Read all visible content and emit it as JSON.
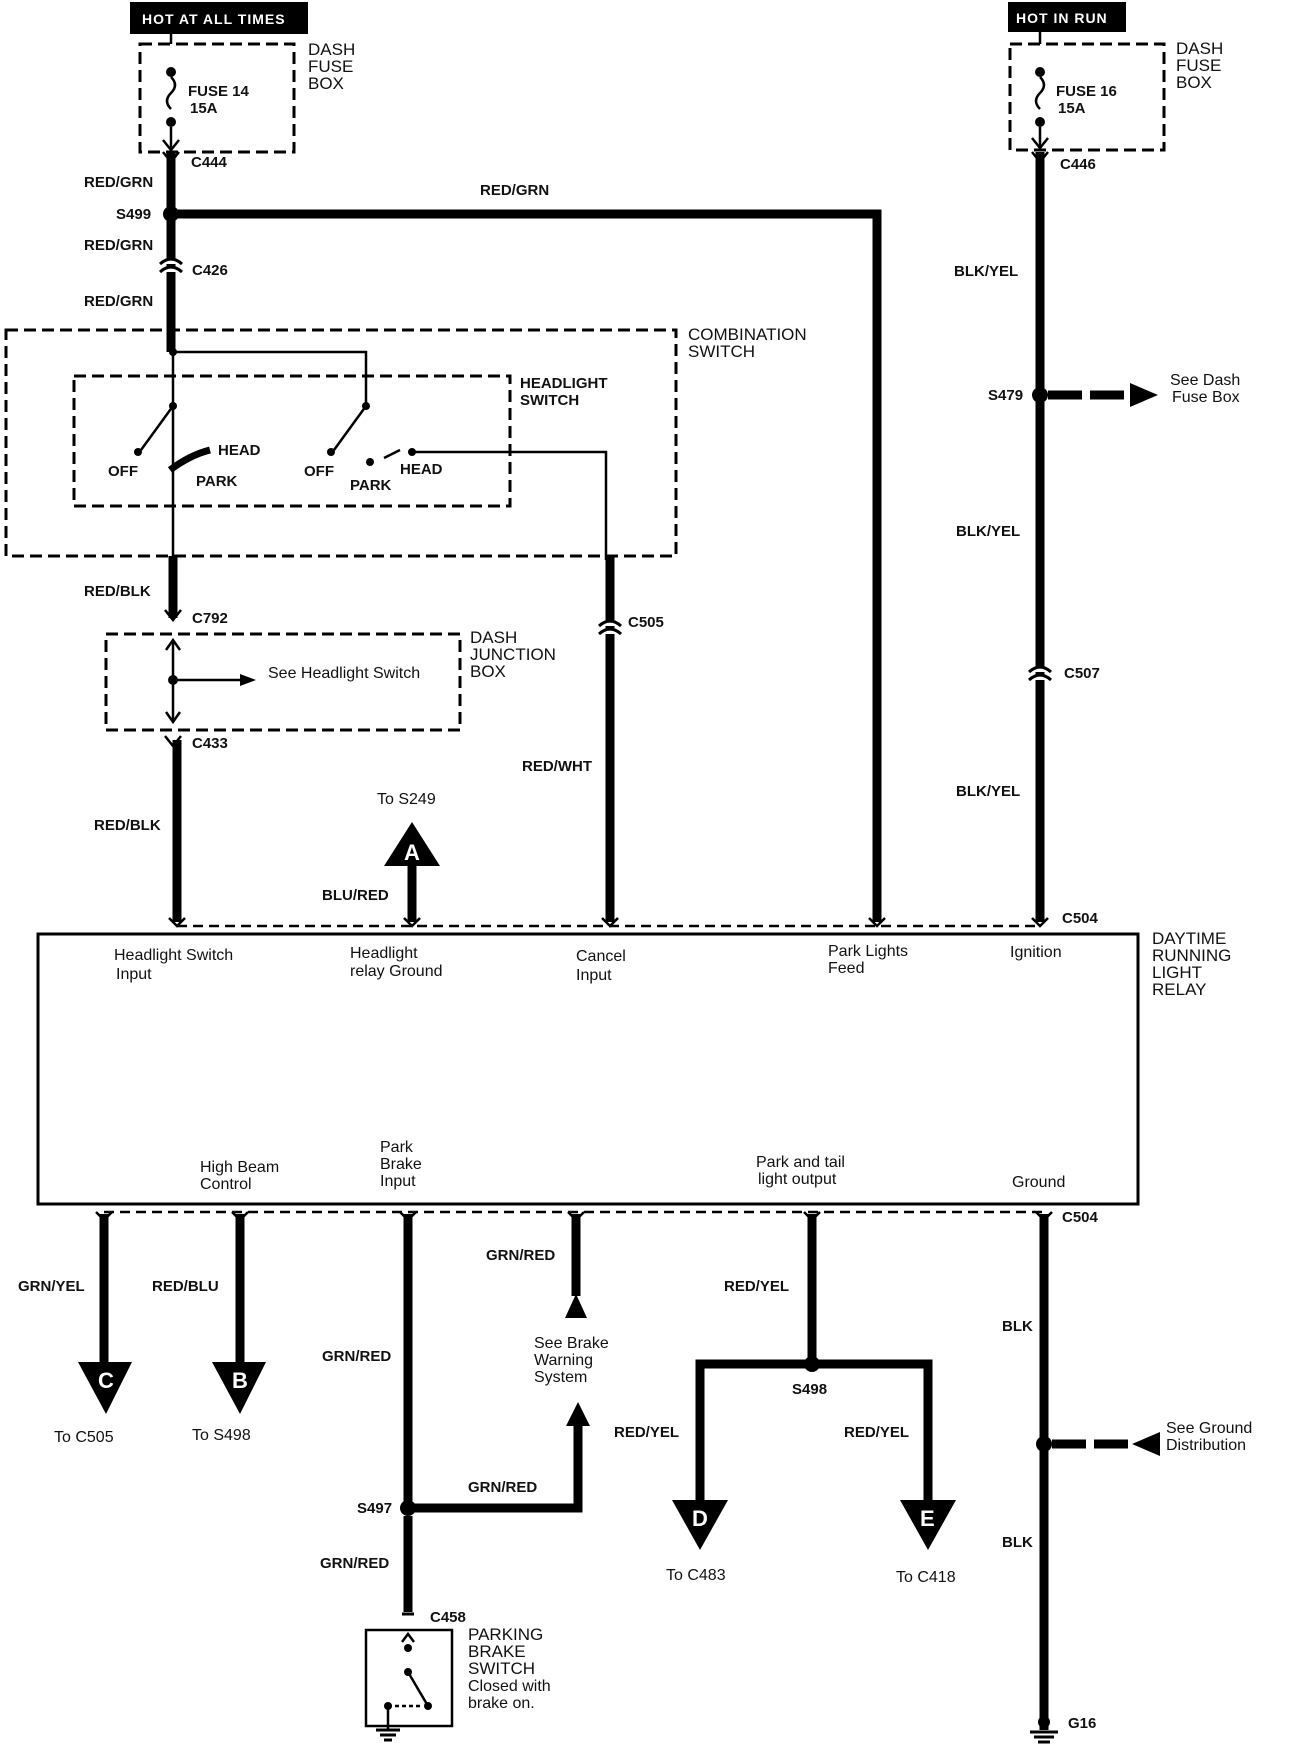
{
  "power": {
    "left_badge": "HOT AT ALL TIMES",
    "right_badge": "HOT IN RUN",
    "left_fuse": "FUSE 14",
    "left_fuse_rating": "15A",
    "right_fuse": "FUSE 16",
    "right_fuse_rating": "15A",
    "dash_fuse_box": [
      "DASH",
      "FUSE",
      "BOX"
    ]
  },
  "connectors": {
    "c444": "C444",
    "s499": "S499",
    "c426": "C426",
    "c792": "C792",
    "c433": "C433",
    "c505": "C505",
    "c446": "C446",
    "s479": "S479",
    "c507": "C507",
    "c504_top": "C504",
    "c504_bottom": "C504",
    "s497": "S497",
    "c458": "C458",
    "s498": "S498",
    "g16": "G16"
  },
  "wires": {
    "red_grn_1": "RED/GRN",
    "red_grn_top": "RED/GRN",
    "red_grn_2": "RED/GRN",
    "red_grn_3": "RED/GRN",
    "red_blk_1": "RED/BLK",
    "red_blk_2": "RED/BLK",
    "red_wht": "RED/WHT",
    "blu_red": "BLU/RED",
    "blk_yel_1": "BLK/YEL",
    "blk_yel_2": "BLK/YEL",
    "blk_yel_3": "BLK/YEL",
    "grn_yel": "GRN/YEL",
    "red_blu": "RED/BLU",
    "grn_red_1": "GRN/RED",
    "grn_red_2": "GRN/RED",
    "grn_red_3": "GRN/RED",
    "grn_red_4": "GRN/RED",
    "red_yel_1": "RED/YEL",
    "red_yel_2": "RED/YEL",
    "red_yel_3": "RED/YEL",
    "blk_1": "BLK",
    "blk_2": "BLK"
  },
  "combination_switch": {
    "title": [
      "COMBINATION",
      "SWITCH"
    ],
    "headlight_switch": [
      "HEADLIGHT",
      "SWITCH"
    ],
    "off_1": "OFF",
    "park_1": "PARK",
    "head_1": "HEAD",
    "off_2": "OFF",
    "park_2": "PARK",
    "head_2": "HEAD"
  },
  "junction_box": {
    "title": [
      "DASH",
      "JUNCTION",
      "BOX"
    ],
    "note": "See Headlight Switch"
  },
  "relay": {
    "title": [
      "DAYTIME",
      "RUNNING",
      "LIGHT",
      "RELAY"
    ],
    "top_pins": {
      "headlight_switch_input": [
        "Headlight Switch",
        "Input"
      ],
      "headlight_relay_ground": [
        "Headlight",
        "relay Ground"
      ],
      "cancel_input": [
        "Cancel",
        "Input"
      ],
      "park_lights_feed": [
        "Park Lights",
        "Feed"
      ],
      "ignition": "Ignition"
    },
    "bottom_pins": {
      "high_beam_control": [
        "High Beam",
        "Control"
      ],
      "park_brake_input": [
        "Park",
        "Brake",
        "Input"
      ],
      "park_tail_output": [
        "Park and tail",
        "light output"
      ],
      "ground": "Ground"
    }
  },
  "references": {
    "see_dash_fuse_box": [
      "See Dash",
      "Fuse Box"
    ],
    "see_brake_warning": [
      "See Brake",
      "Warning",
      "System"
    ],
    "see_ground_distribution": [
      "See Ground",
      "Distribution"
    ]
  },
  "arrows": {
    "a": {
      "letter": "A",
      "label": "To S249"
    },
    "c": {
      "letter": "C",
      "label": "To C505"
    },
    "b": {
      "letter": "B",
      "label": "To S498"
    },
    "d": {
      "letter": "D",
      "label": "To C483"
    },
    "e": {
      "letter": "E",
      "label": "To C418"
    }
  },
  "parking_brake_switch": {
    "title": [
      "PARKING",
      "BRAKE",
      "SWITCH"
    ],
    "note": [
      "Closed with",
      "brake on."
    ]
  }
}
